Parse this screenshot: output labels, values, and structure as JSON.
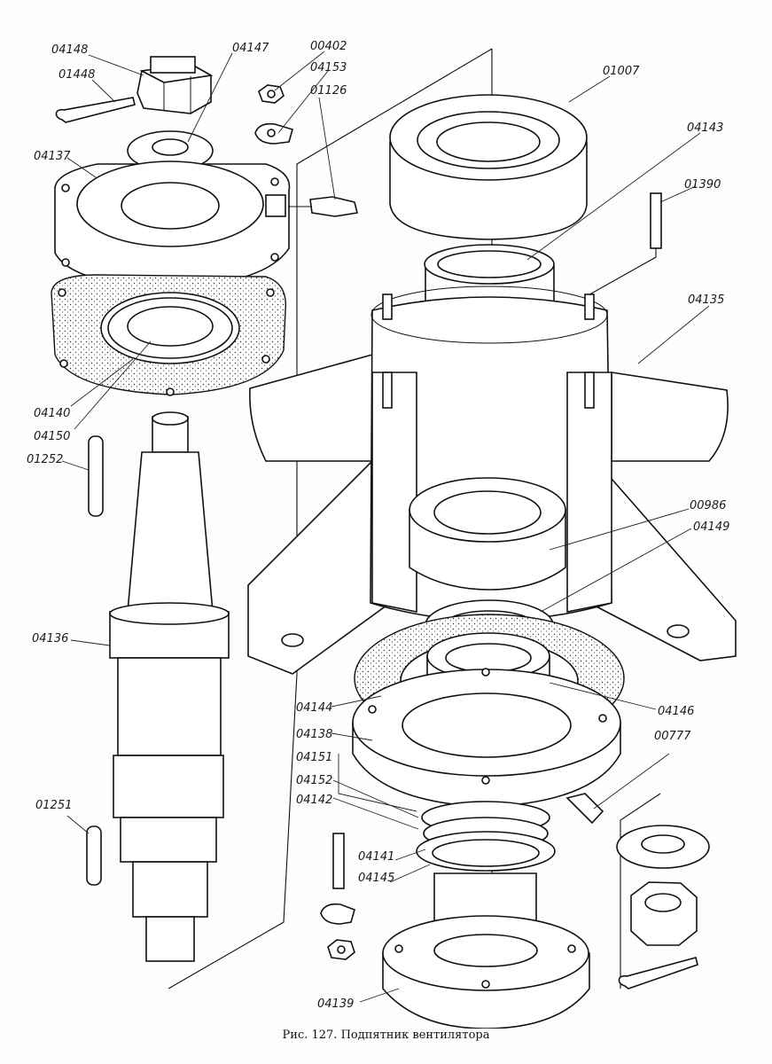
{
  "caption": "Рис. 127. Подпятник вентилятора",
  "part_labels": [
    {
      "id": "04148",
      "text": "04148"
    },
    {
      "id": "01448",
      "text": "01448"
    },
    {
      "id": "04147",
      "text": "04147"
    },
    {
      "id": "00402",
      "text": "00402"
    },
    {
      "id": "04153",
      "text": "04153"
    },
    {
      "id": "01126",
      "text": "01126"
    },
    {
      "id": "01007",
      "text": "01007"
    },
    {
      "id": "04143",
      "text": "04143"
    },
    {
      "id": "01390",
      "text": "01390"
    },
    {
      "id": "04137",
      "text": "04137"
    },
    {
      "id": "04135",
      "text": "04135"
    },
    {
      "id": "04140",
      "text": "04140"
    },
    {
      "id": "04150",
      "text": "04150"
    },
    {
      "id": "01252",
      "text": "01252"
    },
    {
      "id": "00986",
      "text": "00986"
    },
    {
      "id": "04149",
      "text": "04149"
    },
    {
      "id": "04136",
      "text": "04136"
    },
    {
      "id": "04144",
      "text": "04144"
    },
    {
      "id": "04146",
      "text": "04146"
    },
    {
      "id": "04138",
      "text": "04138"
    },
    {
      "id": "00777",
      "text": "00777"
    },
    {
      "id": "04151",
      "text": "04151"
    },
    {
      "id": "04152",
      "text": "04152"
    },
    {
      "id": "04142",
      "text": "04142"
    },
    {
      "id": "01251",
      "text": "01251"
    },
    {
      "id": "04141",
      "text": "04141"
    },
    {
      "id": "04145",
      "text": "04145"
    },
    {
      "id": "04139",
      "text": "04139"
    }
  ]
}
